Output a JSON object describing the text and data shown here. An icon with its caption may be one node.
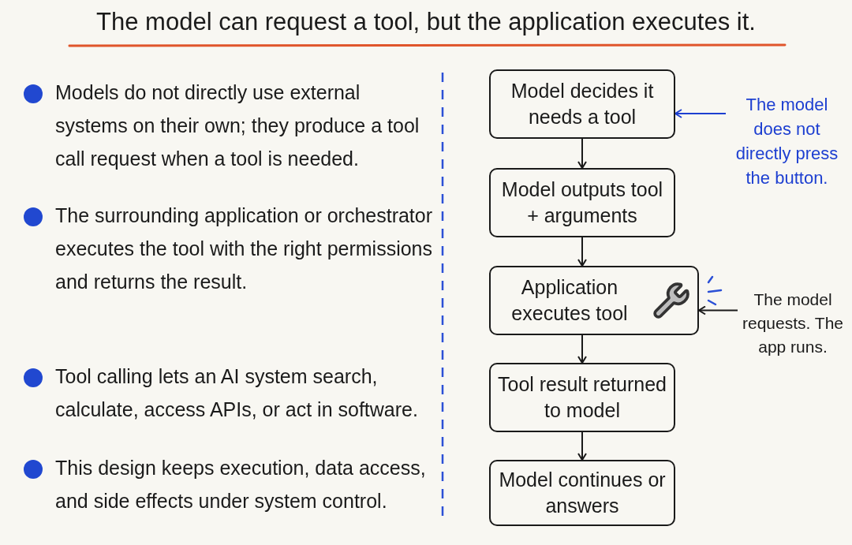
{
  "diagram": {
    "title": "The model can request a tool, but the application executes it.",
    "nodes": [
      {
        "text": [
          "Model decides it needs a tool"
        ]
      },
      {
        "text": [
          "Model outputs tool + arguments"
        ]
      },
      {
        "text": [
          "Application executes tool"
        ]
      },
      {
        "text": [
          "Tool result returned to model"
        ]
      },
      {
        "text": [
          "Model continues or answers"
        ]
      },
      {
        "text": [
          "The model does not directly press the button."
        ]
      },
      {
        "text": [
          "The model requests. The app runs."
        ]
      }
    ],
    "edges": [
      {
        "from": 0,
        "to": 1,
        "arrow": "to"
      },
      {
        "from": 1,
        "to": 2,
        "arrow": "to"
      },
      {
        "from": 2,
        "to": 3,
        "arrow": "to"
      },
      {
        "from": 3,
        "to": 4,
        "arrow": "to"
      },
      {
        "from": 5,
        "to": 0,
        "arrow": "to",
        "color": "#1d3fd1"
      },
      {
        "from": 6,
        "to": 2,
        "arrow": "to"
      }
    ],
    "labels": [
      "Models do not directly use external systems on their own; they produce a tool call request when a tool is needed.",
      "The surrounding application or orchestrator executes the tool with the right permissions and returns the result.",
      "Tool calling lets an AI system search, calculate, access APIs, or act in software.",
      "This design keeps execution, data access, and side effects under system control."
    ]
  }
}
